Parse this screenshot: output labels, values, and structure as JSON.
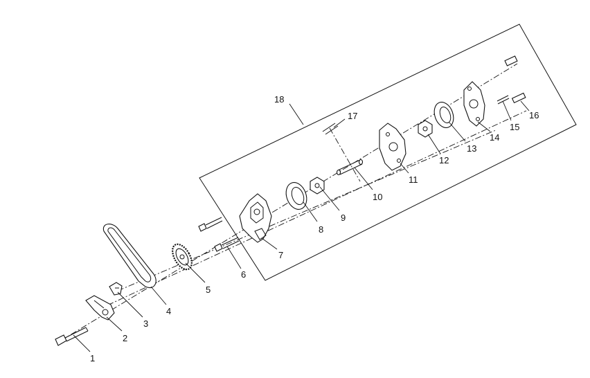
{
  "diagram": {
    "assembly_callout": "18",
    "callouts": [
      {
        "id": "1",
        "label": "1"
      },
      {
        "id": "2",
        "label": "2"
      },
      {
        "id": "3",
        "label": "3"
      },
      {
        "id": "4",
        "label": "4"
      },
      {
        "id": "5",
        "label": "5"
      },
      {
        "id": "6",
        "label": "6"
      },
      {
        "id": "7",
        "label": "7"
      },
      {
        "id": "8",
        "label": "8"
      },
      {
        "id": "9",
        "label": "9"
      },
      {
        "id": "10",
        "label": "10"
      },
      {
        "id": "11",
        "label": "11"
      },
      {
        "id": "12",
        "label": "12"
      },
      {
        "id": "13",
        "label": "13"
      },
      {
        "id": "14",
        "label": "14"
      },
      {
        "id": "15",
        "label": "15"
      },
      {
        "id": "16",
        "label": "16"
      },
      {
        "id": "17",
        "label": "17"
      }
    ]
  }
}
